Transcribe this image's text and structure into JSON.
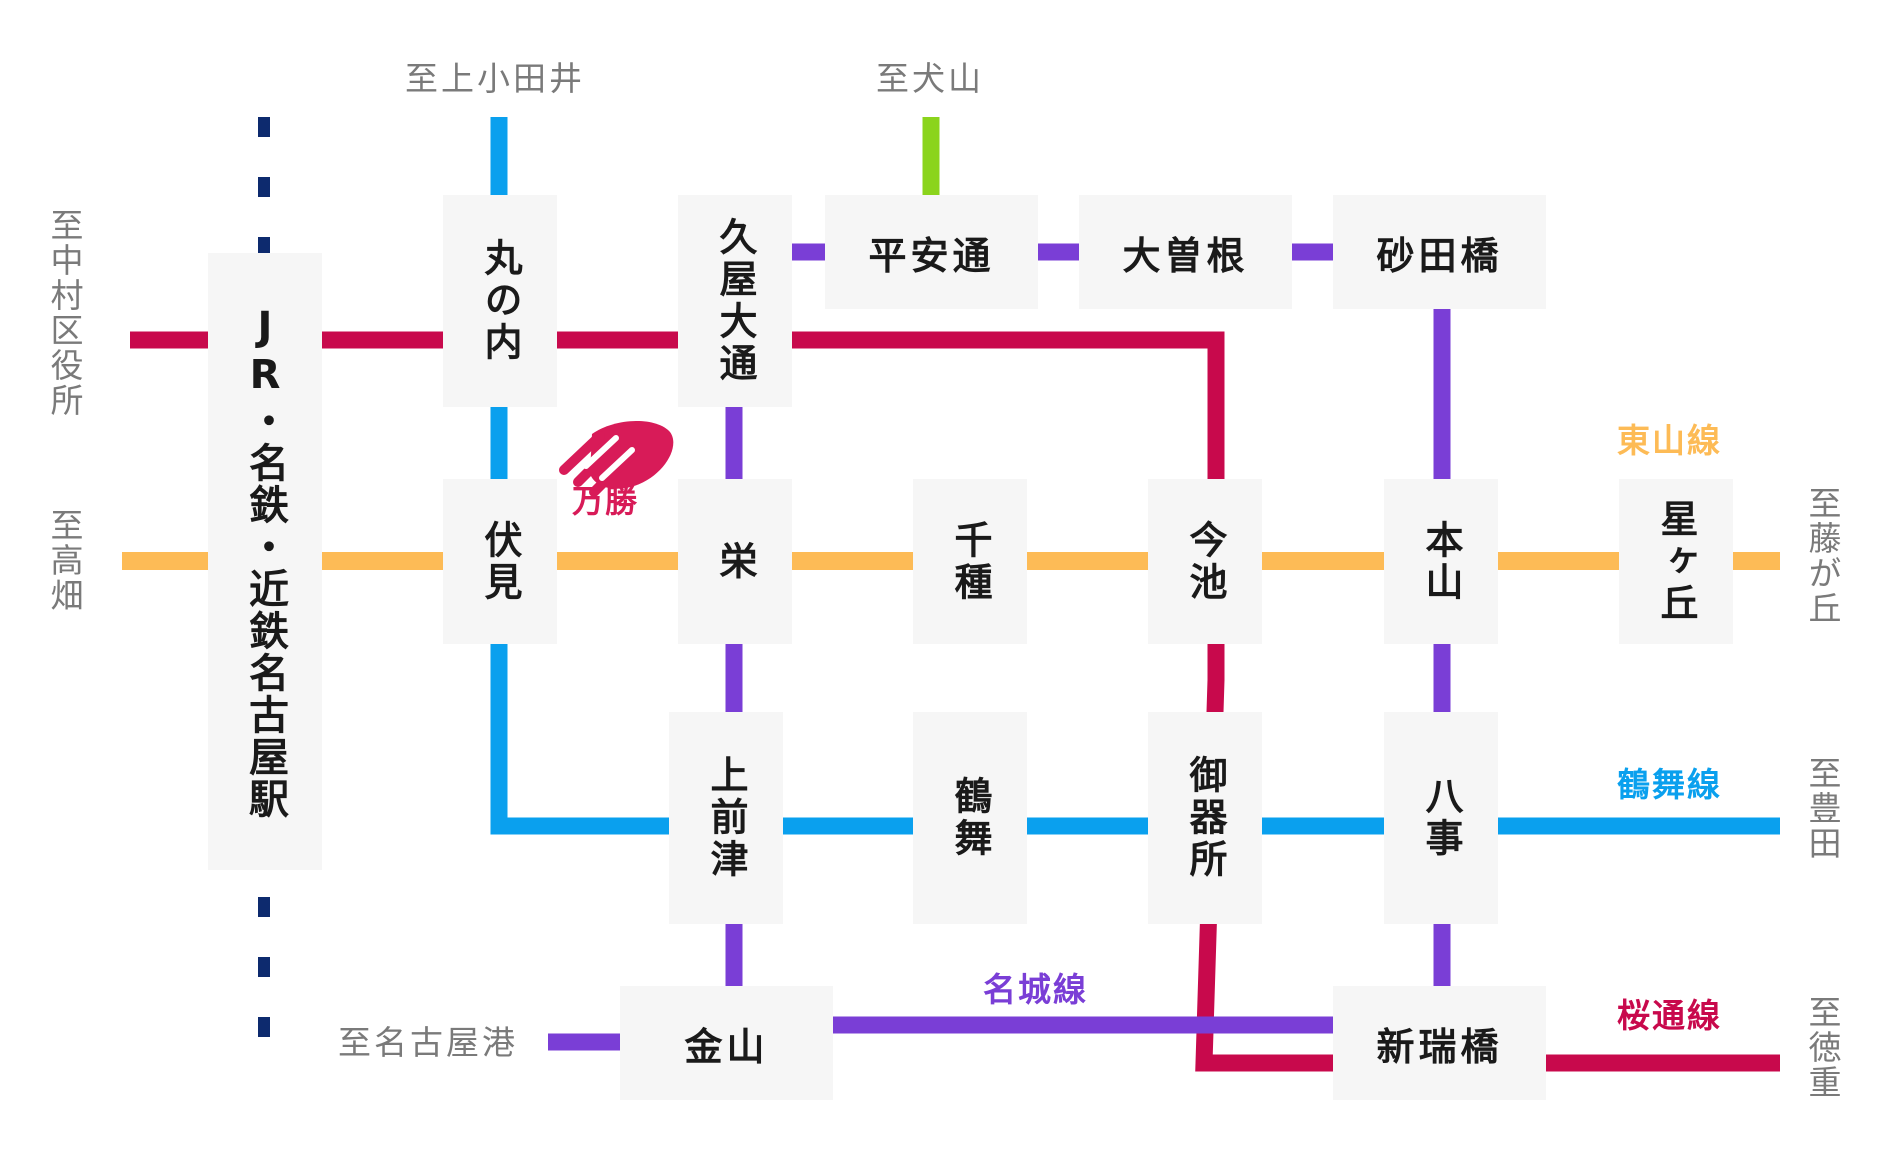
{
  "colors": {
    "higashiyama": "#fdbb56",
    "tsurumai": "#0aa0ee",
    "sakuradori": "#c8094c",
    "meijo": "#7a3ed6",
    "kamiiida": "#0aa0ee",
    "inuyama": "#8bd41c",
    "jr": "#0d2a6e",
    "station_bg": "#f6f6f6",
    "logo": "#d81b58"
  },
  "stations": {
    "jr_meitetsu": "JR・名鉄・近鉄名古屋駅",
    "marunouchi": "丸の内",
    "hisayaodori": "久屋大通",
    "heiandori": "平安通",
    "ozone": "大曽根",
    "sunadabashi": "砂田橋",
    "fushimi": "伏見",
    "sakae": "栄",
    "chikusa": "千種",
    "imaike": "今池",
    "motoyama": "本山",
    "hoshigaoka": "星ヶ丘",
    "kamimaezu": "上前津",
    "tsurumai": "鶴舞",
    "gokiso": "御器所",
    "yagoto": "八事",
    "kanayama": "金山",
    "aratamabashi": "新瑞橋"
  },
  "destinations": {
    "kamiotai": "至上小田井",
    "inuyama": "至犬山",
    "nakamura_kuyakusho": "至中村区役所",
    "takabata": "至高畑",
    "fujigaoka": "至藤が丘",
    "toyota": "至豊田",
    "nagoyako": "至名古屋港",
    "tokushige": "至徳重"
  },
  "line_names": {
    "higashiyama": "東山線",
    "tsurumai": "鶴舞線",
    "meijo": "名城線",
    "sakuradori": "桜通線"
  },
  "logo": {
    "icon": "manshou-logo-icon",
    "text": "万勝"
  }
}
